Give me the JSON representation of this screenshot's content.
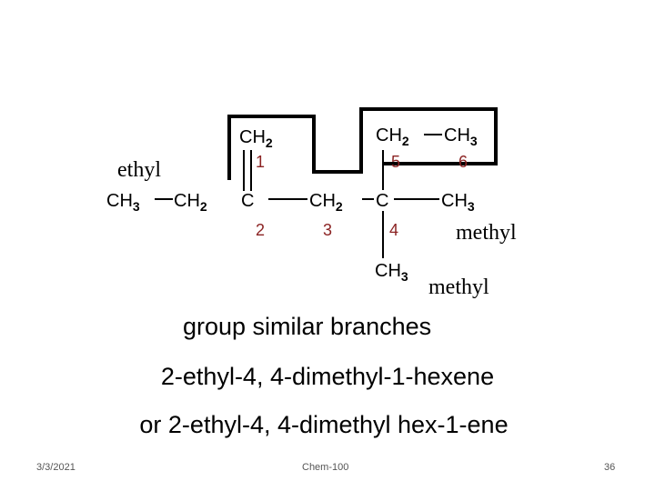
{
  "structure": {
    "ch2_top": "CH",
    "ch2_top_sub": "2",
    "ch2_right_top": "CH",
    "ch2_right_top_sub": "2",
    "ch3_top_right": "CH",
    "ch3_top_right_sub": "3",
    "ch3_left": "CH",
    "ch3_left_sub": "3",
    "ch2_left": "CH",
    "ch2_left_sub": "2",
    "c2": "C",
    "ch2_mid": "CH",
    "ch2_mid_sub": "2",
    "c4": "C",
    "ch3_right": "CH",
    "ch3_right_sub": "3",
    "ch3_bottom": "CH",
    "ch3_bottom_sub": "3",
    "numbers": [
      "1",
      "2",
      "3",
      "4",
      "5",
      "6"
    ]
  },
  "labels": {
    "ethyl": "ethyl",
    "methyl_right": "methyl",
    "methyl_bottom": "methyl"
  },
  "text": {
    "group_note": "group similar branches",
    "name_line1": "2-ethyl-4, 4-dimethyl-1-hexene",
    "name_line2": "or 2-ethyl-4, 4-dimethyl hex-1-ene"
  },
  "footer": {
    "date": "3/3/2021",
    "course": "Chem-100",
    "page": "36"
  }
}
